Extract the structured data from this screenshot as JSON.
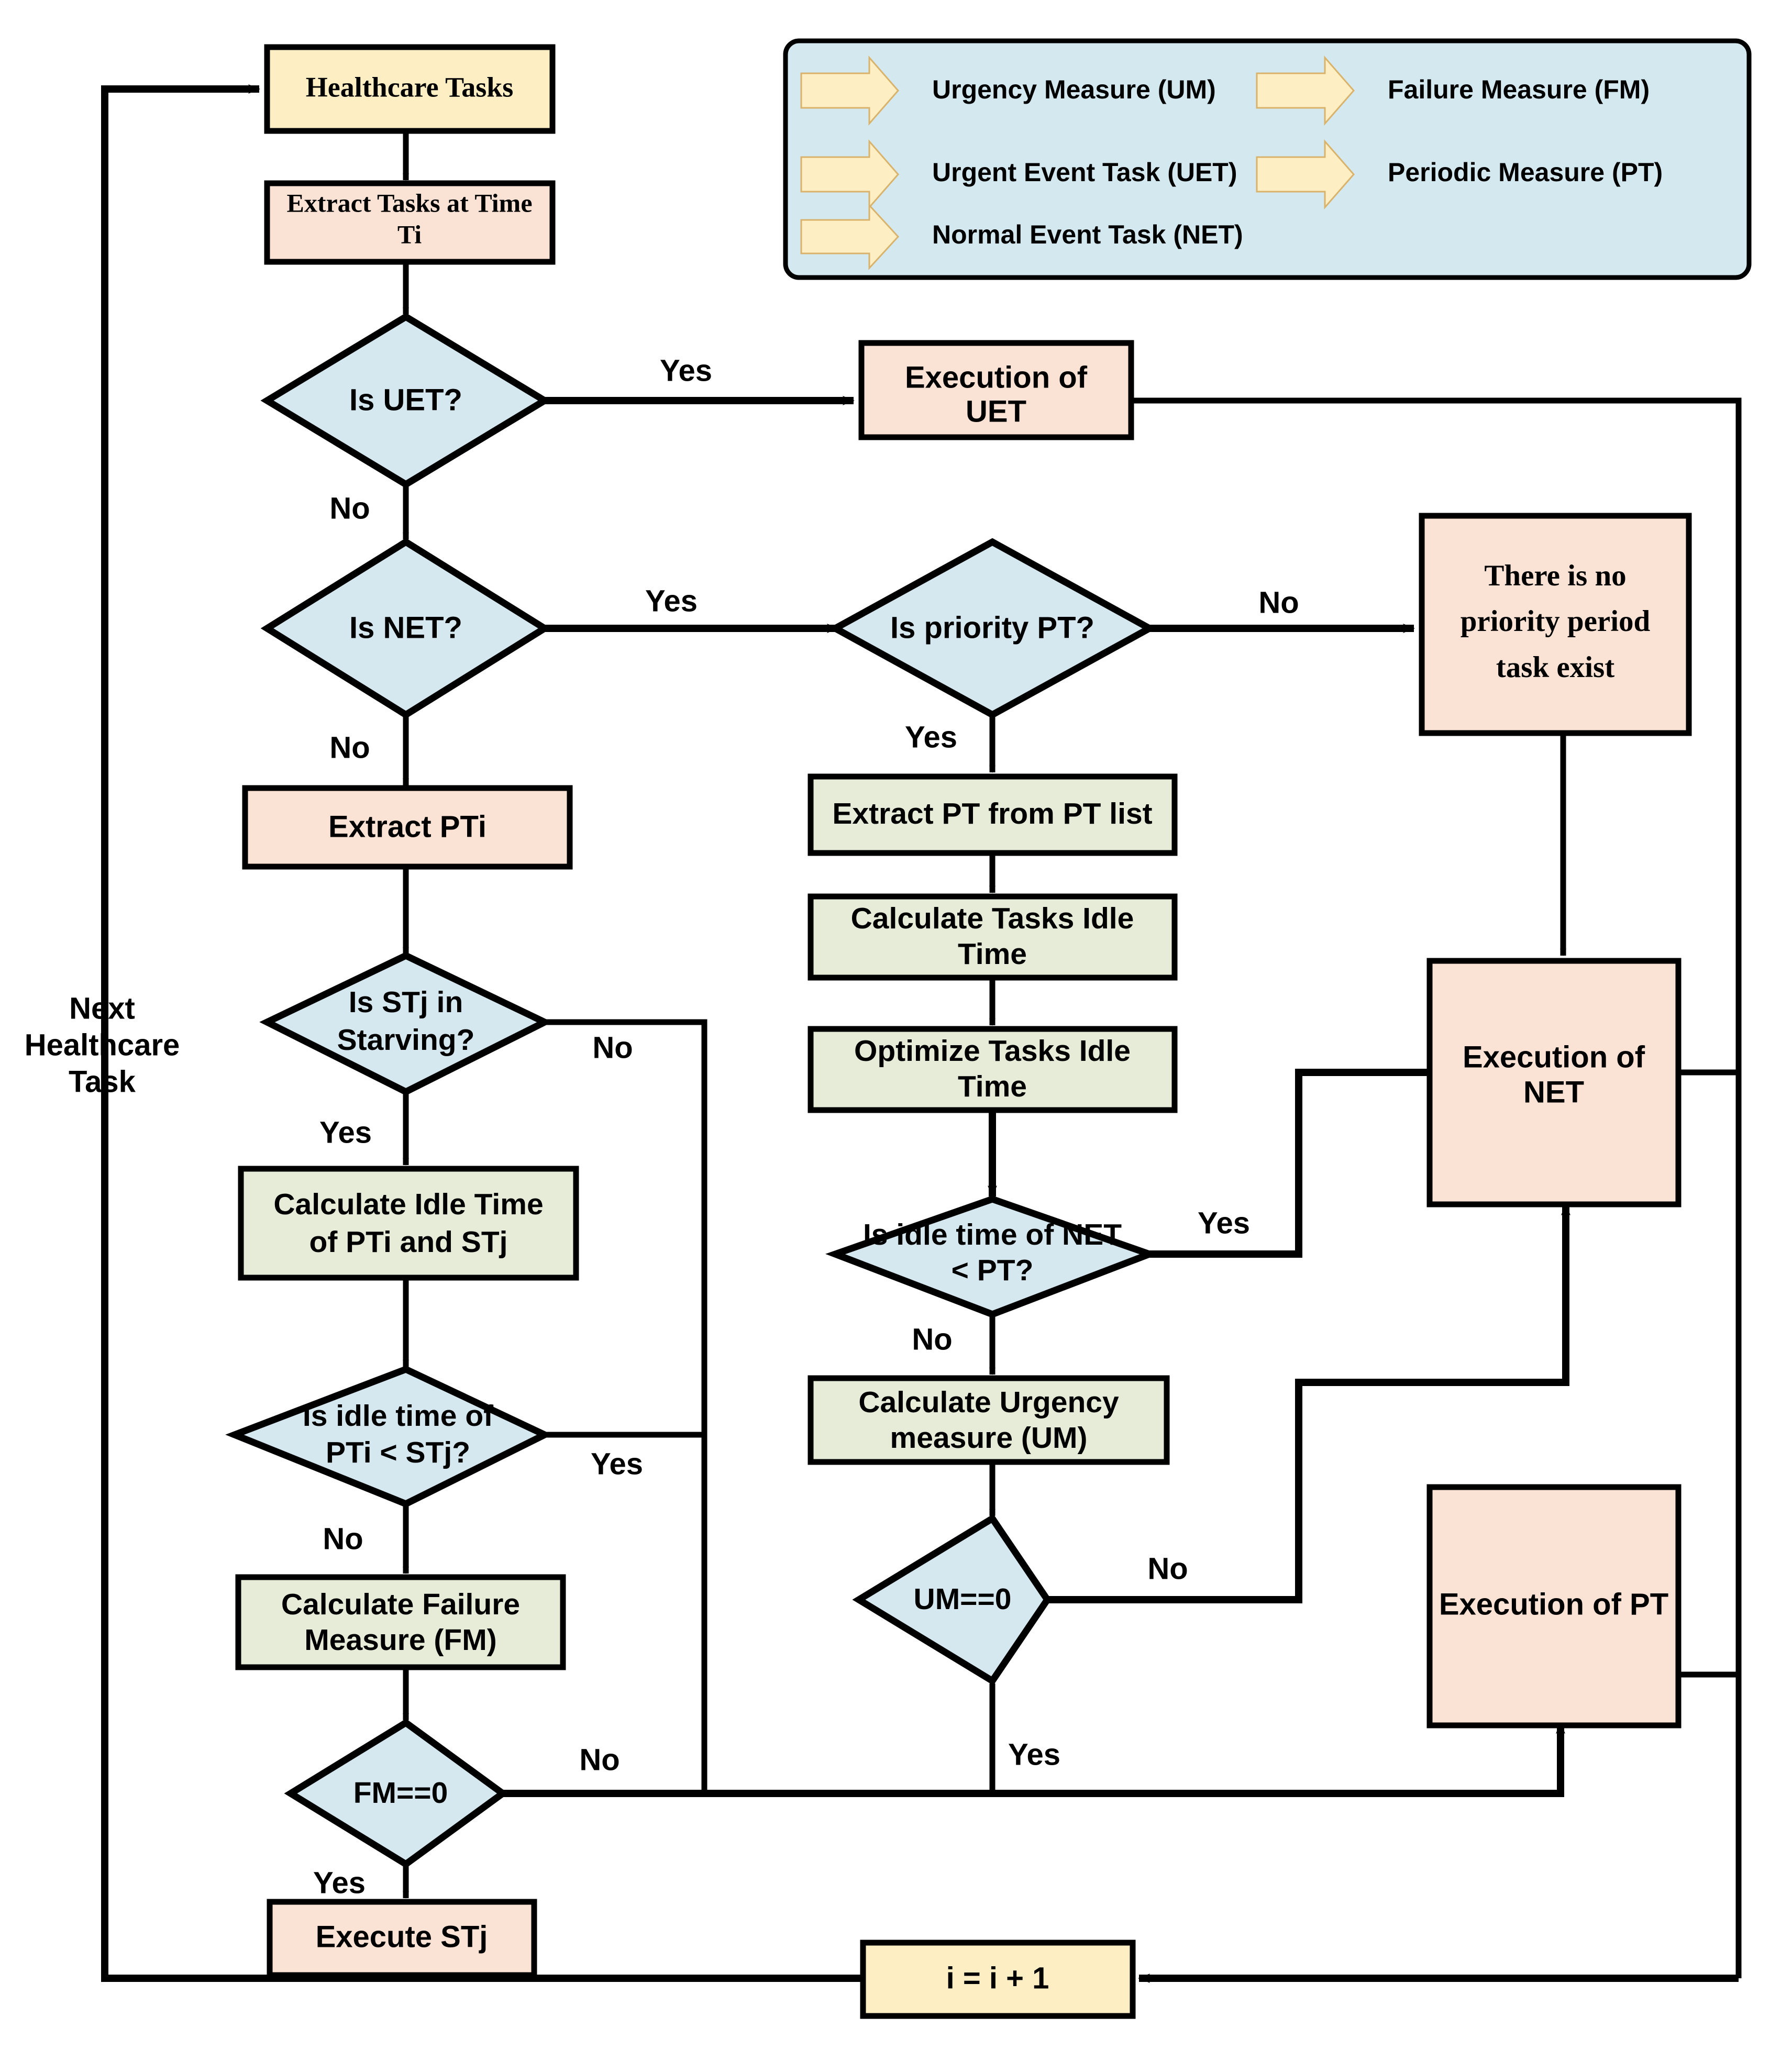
{
  "colors": {
    "yellow_fill": "#fdeec4",
    "peach_fill": "#fae2d5",
    "green_fill": "#e6ecd8",
    "blue_fill": "#d6e8ef",
    "legend_bg": "#d4e8f0",
    "legend_arrow": "#fdeec4",
    "stroke": "#000000",
    "text": "#000000"
  },
  "legend": {
    "items": [
      {
        "icon": "right-arrow-icon",
        "label": "Urgency Measure (UM)"
      },
      {
        "icon": "right-arrow-icon",
        "label": "Failure Measure (FM)"
      },
      {
        "icon": "right-arrow-icon",
        "label": "Urgent Event Task (UET)"
      },
      {
        "icon": "right-arrow-icon",
        "label": "Periodic Measure (PT)"
      },
      {
        "icon": "right-arrow-icon",
        "label": "Normal Event Task (NET)"
      }
    ]
  },
  "nodes": {
    "healthcare_tasks": "Healthcare Tasks",
    "extract_tasks": [
      "Extract Tasks at Time",
      "Ti"
    ],
    "is_uet": "Is UET?",
    "execution_uet": [
      "Execution of",
      "UET"
    ],
    "is_net": "Is NET?",
    "is_priority_pt": "Is priority PT?",
    "no_priority": [
      "There is no",
      "priority period",
      "task exist"
    ],
    "extract_pti": "Extract PTi",
    "extract_pt_list": "Extract PT from PT list",
    "calc_tasks_idle": [
      "Calculate Tasks Idle",
      "Time"
    ],
    "optimize_tasks_idle": [
      "Optimize Tasks Idle",
      "Time"
    ],
    "is_stj_starving": [
      "Is STj in",
      "Starving?"
    ],
    "calc_idle_pti_stj": [
      "Calculate Idle Time",
      "of PTi and STj"
    ],
    "is_idle_net_pt": [
      "Is idle time of NET",
      "< PT?"
    ],
    "execution_net": [
      "Execution of",
      "NET"
    ],
    "is_idle_pti_stj": [
      "Is idle time of",
      "PTi < STj?"
    ],
    "calc_urgency": [
      "Calculate Urgency",
      "measure (UM)"
    ],
    "execution_pt": "Execution of PT",
    "calc_failure": [
      "Calculate Failure",
      "Measure (FM)"
    ],
    "um_eq_zero": "UM==0",
    "fm_eq_zero": "FM==0",
    "execute_stj": "Execute STj",
    "increment": "i = i + 1",
    "next_healthcare_task": [
      "Next",
      "Healthcare",
      "Task"
    ]
  },
  "edge_labels": {
    "uet_yes": "Yes",
    "uet_no": "No",
    "net_yes": "Yes",
    "net_no": "No",
    "priority_no": "No",
    "priority_yes": "Yes",
    "starving_no": "No",
    "starving_yes": "Yes",
    "idle_pti_yes": "Yes",
    "idle_pti_no": "No",
    "idle_net_yes": "Yes",
    "idle_net_no": "No",
    "um_no": "No",
    "um_yes": "Yes",
    "fm_no": "No",
    "fm_yes": "Yes"
  }
}
